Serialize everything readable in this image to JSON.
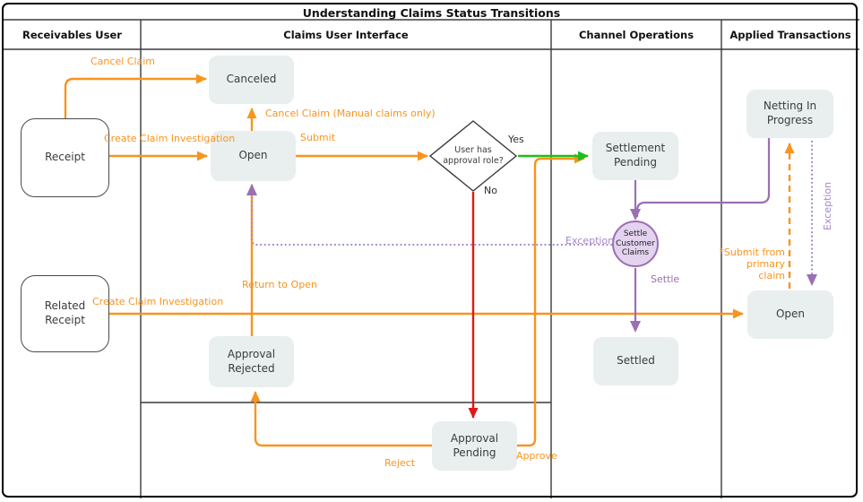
{
  "title": "Understanding Claims Status Transitions",
  "lanes": [
    {
      "label": "Receivables User"
    },
    {
      "label": "Claims User Interface"
    },
    {
      "label": "Channel Operations"
    },
    {
      "label": "Applied Transactions"
    }
  ],
  "nodes": {
    "receipt": "Receipt",
    "related_receipt": "Related Receipt",
    "canceled": "Canceled",
    "open_claims": "Open",
    "approval_rejected": "Approval Rejected",
    "approval_pending": "Approval Pending",
    "settlement_pending": "Settlement Pending",
    "settled": "Settled",
    "netting_in_progress": "Netting In Progress",
    "open_applied": "Open",
    "decision": "User has approval role?",
    "settle_customer_claims": "Settle Customer Claims"
  },
  "edge_labels": {
    "cancel_claim": "Cancel Claim",
    "create_claim_investigation_1": "Create Claim Investigation",
    "cancel_claim_manual": "Cancel Claim (Manual claims only)",
    "submit": "Submit",
    "yes": "Yes",
    "no": "No",
    "return_to_open": "Return to Open",
    "create_claim_investigation_2": "Create Claim Investigation",
    "exception_left": "Exception",
    "settle": "Settle",
    "reject": "Reject",
    "approve": "Approve",
    "submit_primary_line1": "*Submit from",
    "submit_primary_line2": "primary claim",
    "exception_right": "Exception"
  },
  "colors": {
    "orange": "#f7941e",
    "green": "#1dbe1d",
    "red": "#e01717",
    "purple": "#9a6fb5",
    "purple_light": "#a586c8",
    "node_fill": "#e8efee",
    "event_circle_fill": "#e3d3ef",
    "frame_line": "#3a3a3a"
  }
}
